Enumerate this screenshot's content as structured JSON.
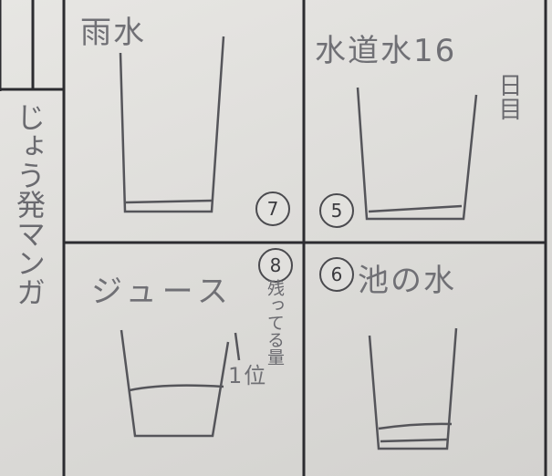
{
  "sidebar_title": "じょう発マンガ",
  "panels": [
    {
      "title": "雨水",
      "number": "7",
      "caption": ""
    },
    {
      "title": "水道水16",
      "side_note": "日目",
      "number": "5",
      "caption": ""
    },
    {
      "title": "ジュース",
      "number": "8",
      "caption": "1位",
      "side_note": "残ってる量"
    },
    {
      "title": "池の水",
      "number": "6",
      "caption": ""
    }
  ]
}
